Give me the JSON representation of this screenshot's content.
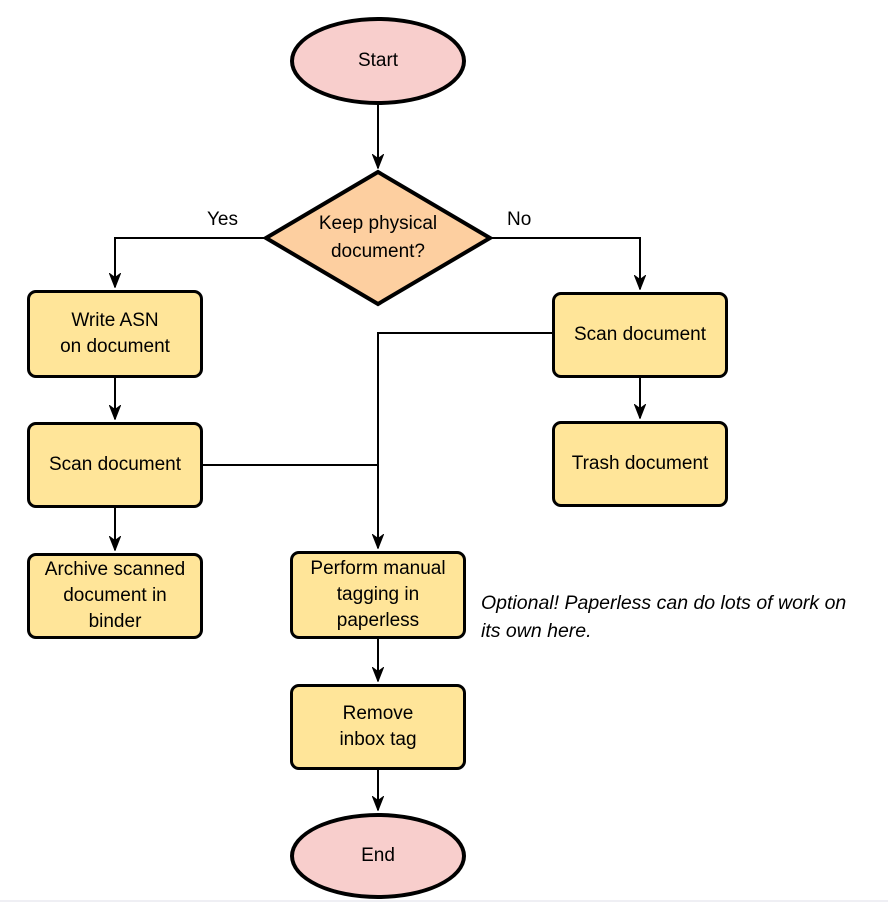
{
  "diagram": {
    "type": "flowchart",
    "nodes": {
      "start": {
        "label": "Start",
        "shape": "ellipse",
        "fill": "#F8CECC"
      },
      "decision": {
        "label": "Keep physical\ndocument?",
        "shape": "diamond",
        "fill": "#FDCFA0"
      },
      "write_asn": {
        "label": "Write ASN\non document",
        "shape": "rect",
        "fill": "#FFE599"
      },
      "scan_document_left": {
        "label": "Scan document",
        "shape": "rect",
        "fill": "#FFE599"
      },
      "archive": {
        "label": "Archive scanned\ndocument in\nbinder",
        "shape": "rect",
        "fill": "#FFE599"
      },
      "scan_document_right": {
        "label": "Scan document",
        "shape": "rect",
        "fill": "#FFE599"
      },
      "trash": {
        "label": "Trash document",
        "shape": "rect",
        "fill": "#FFE599"
      },
      "tagging": {
        "label": "Perform manual\ntagging in\npaperless",
        "shape": "rect",
        "fill": "#FFE599"
      },
      "remove_inbox": {
        "label": "Remove\ninbox tag",
        "shape": "rect",
        "fill": "#FFE599"
      },
      "end": {
        "label": "End",
        "shape": "ellipse",
        "fill": "#F8CECC"
      }
    },
    "edge_labels": {
      "yes": "Yes",
      "no": "No"
    },
    "edges": [
      {
        "from": "start",
        "to": "decision"
      },
      {
        "from": "decision",
        "to": "write_asn",
        "label": "Yes"
      },
      {
        "from": "decision",
        "to": "scan_document_right",
        "label": "No"
      },
      {
        "from": "write_asn",
        "to": "scan_document_left"
      },
      {
        "from": "scan_document_left",
        "to": "archive"
      },
      {
        "from": "scan_document_left",
        "to": "tagging"
      },
      {
        "from": "scan_document_right",
        "to": "trash"
      },
      {
        "from": "scan_document_right",
        "to": "tagging"
      },
      {
        "from": "tagging",
        "to": "remove_inbox"
      },
      {
        "from": "remove_inbox",
        "to": "end"
      }
    ],
    "annotation": "Optional! Paperless can do lots of work on\nits own here.",
    "colors": {
      "stroke": "#000000",
      "text": "#000000",
      "terminal_fill": "#F8CECC",
      "decision_fill": "#FDCFA0",
      "process_fill": "#FFE599",
      "background": "#FFFFFF",
      "footer_line": "#EFEFF4"
    }
  }
}
